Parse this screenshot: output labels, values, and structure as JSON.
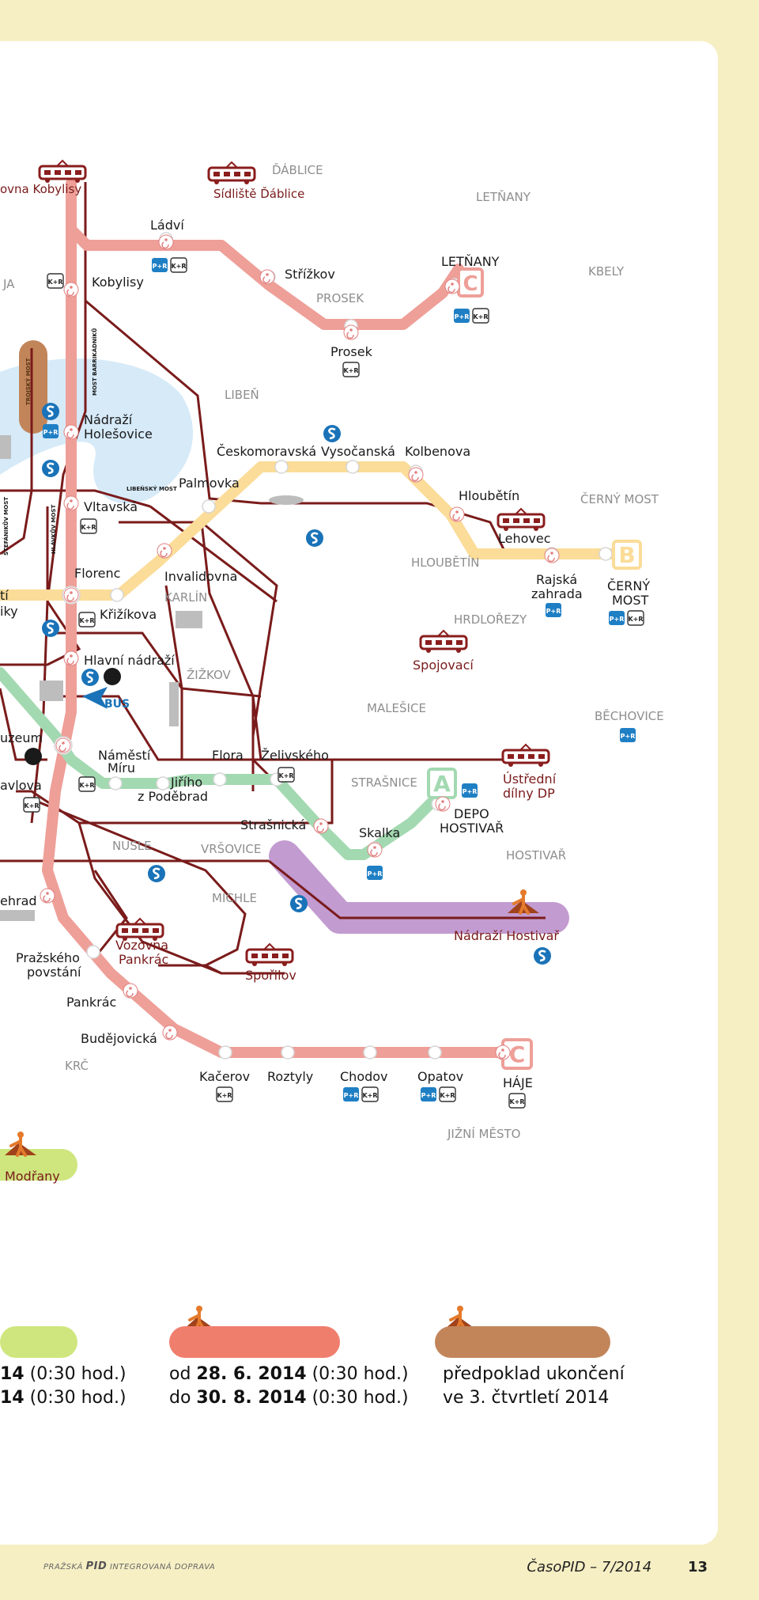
{
  "colors": {
    "page_bg": "#f6efc4",
    "line_a": "#a3d9b1",
    "line_b": "#fbdc98",
    "line_c": "#ee9f98",
    "tram_line": "#7a1b1b",
    "closure_purple": "#c29bd0",
    "closure_green": "#cfe67e",
    "closure_red": "#f07e6d",
    "closure_brown": "#c2855a",
    "label_grey": "#8e8e8e",
    "river": "#d6eaf8"
  },
  "districts": [
    "ĎÁBLICE",
    "LETŇANY",
    "KBELY",
    "PROSEK",
    "LIBEŇ",
    "HLOUBĚTÍN",
    "ČERNÝ MOST",
    "HRDLOŘEZY",
    "KARLÍN",
    "ŽIŽKOV",
    "MALEŠICE",
    "BĚCHOVICE",
    "STRAŠNICE",
    "HOSTIVAŘ",
    "NUSLE",
    "VRŠOVICE",
    "MICHLE",
    "KRČ",
    "JIŽNÍ MĚSTO"
  ],
  "stations": {
    "kobylisy_depot": "ovna Kobylisy",
    "sidliste_dablice": "Sídliště Ďáblice",
    "ladvi": "Ládví",
    "kobylisy": "Kobylisy",
    "strizkov": "Střížkov",
    "letnany": "LETŇANY",
    "prosek": "Prosek",
    "nadrazi_holesovice": [
      "Nádraží",
      "Holešovice"
    ],
    "ceskomoravska": "Českomoravská",
    "vysocanska": "Vysočanská",
    "kolbenova": "Kolbenova",
    "palmovka": "Palmovka",
    "vltavska": "Vltavská",
    "hloubetin": "Hloubětín",
    "lehovec": "Lehovec",
    "rajska_zahrada": [
      "Rajská",
      "zahrada"
    ],
    "cerny_most": [
      "ČERNÝ",
      "MOST"
    ],
    "florenc": "Florenc",
    "invalidovna": "Invalidovna",
    "krizikova": "Křižíkova",
    "spojovaci": "Spojovací",
    "hlavni_nadrazi": "Hlavní nádraží",
    "muzeum": "uzeum",
    "namesti_miru": [
      "Náměstí",
      "Míru"
    ],
    "flora": "Flora",
    "zelivskeho": "Želivského",
    "jiriho": [
      "Jiřího",
      "z Poděbrad"
    ],
    "pavlova": "avlova",
    "ustredni_dilny": [
      "Ústřední",
      "dílny DP"
    ],
    "straznicka": "Strašnická",
    "skalka": "Skalka",
    "depo_hostivar": [
      "DEPO",
      "HOSTIVAŘ"
    ],
    "vysehrad": "ehrad",
    "nadrazi_hostivar": "Nádraží Hostivař",
    "prazskeho_povstani": [
      "Pražského",
      "povstání"
    ],
    "vozovna_pankrac": [
      "Vozovna",
      "Pankrác"
    ],
    "sporilov": "Spořilov",
    "pankrac": "Pankrác",
    "budejovicka": "Budějovická",
    "kacerov": "Kačerov",
    "roztyly": "Roztyly",
    "chodov": "Chodov",
    "opatov": "Opatov",
    "haje": "HÁJE",
    "modrany": "Modřany",
    "stii": "tí",
    "iky": "iky",
    "ja": "JA"
  },
  "bridges": [
    "LIBEŇSKÝ MOST",
    "MOST BARRIKÁDNÍKŮ",
    "HLÁVKŮV MOST",
    "ŠTEFÁNIKŮV MOST",
    "TROJSKÝ MOST"
  ],
  "badges": {
    "pr": "P+R",
    "kr": "K+R",
    "bus": "BUS",
    "line_a": "A",
    "line_b": "B",
    "line_c": "C"
  },
  "legend": [
    {
      "line1_pre": "",
      "line1_bold": "14",
      "line1_post": " (0:30 hod.)",
      "line2_pre": "",
      "line2_bold": "14",
      "line2_post": " (0:30 hod.)"
    },
    {
      "line1_pre": "od ",
      "line1_bold": "28. 6. 2014",
      "line1_post": " (0:30 hod.)",
      "line2_pre": "do ",
      "line2_bold": "30. 8. 2014",
      "line2_post": " (0:30 hod.)"
    },
    {
      "text1": "předpoklad ukončení",
      "text2": "ve 3. čtvrtletí 2014"
    }
  ],
  "footer": {
    "logo_left": "PRAŽSKÁ",
    "logo_pid": "PID",
    "logo_right": "INTEGROVANÁ DOPRAVA",
    "issue": "ČasoPID – 7/2014",
    "page": "13"
  }
}
